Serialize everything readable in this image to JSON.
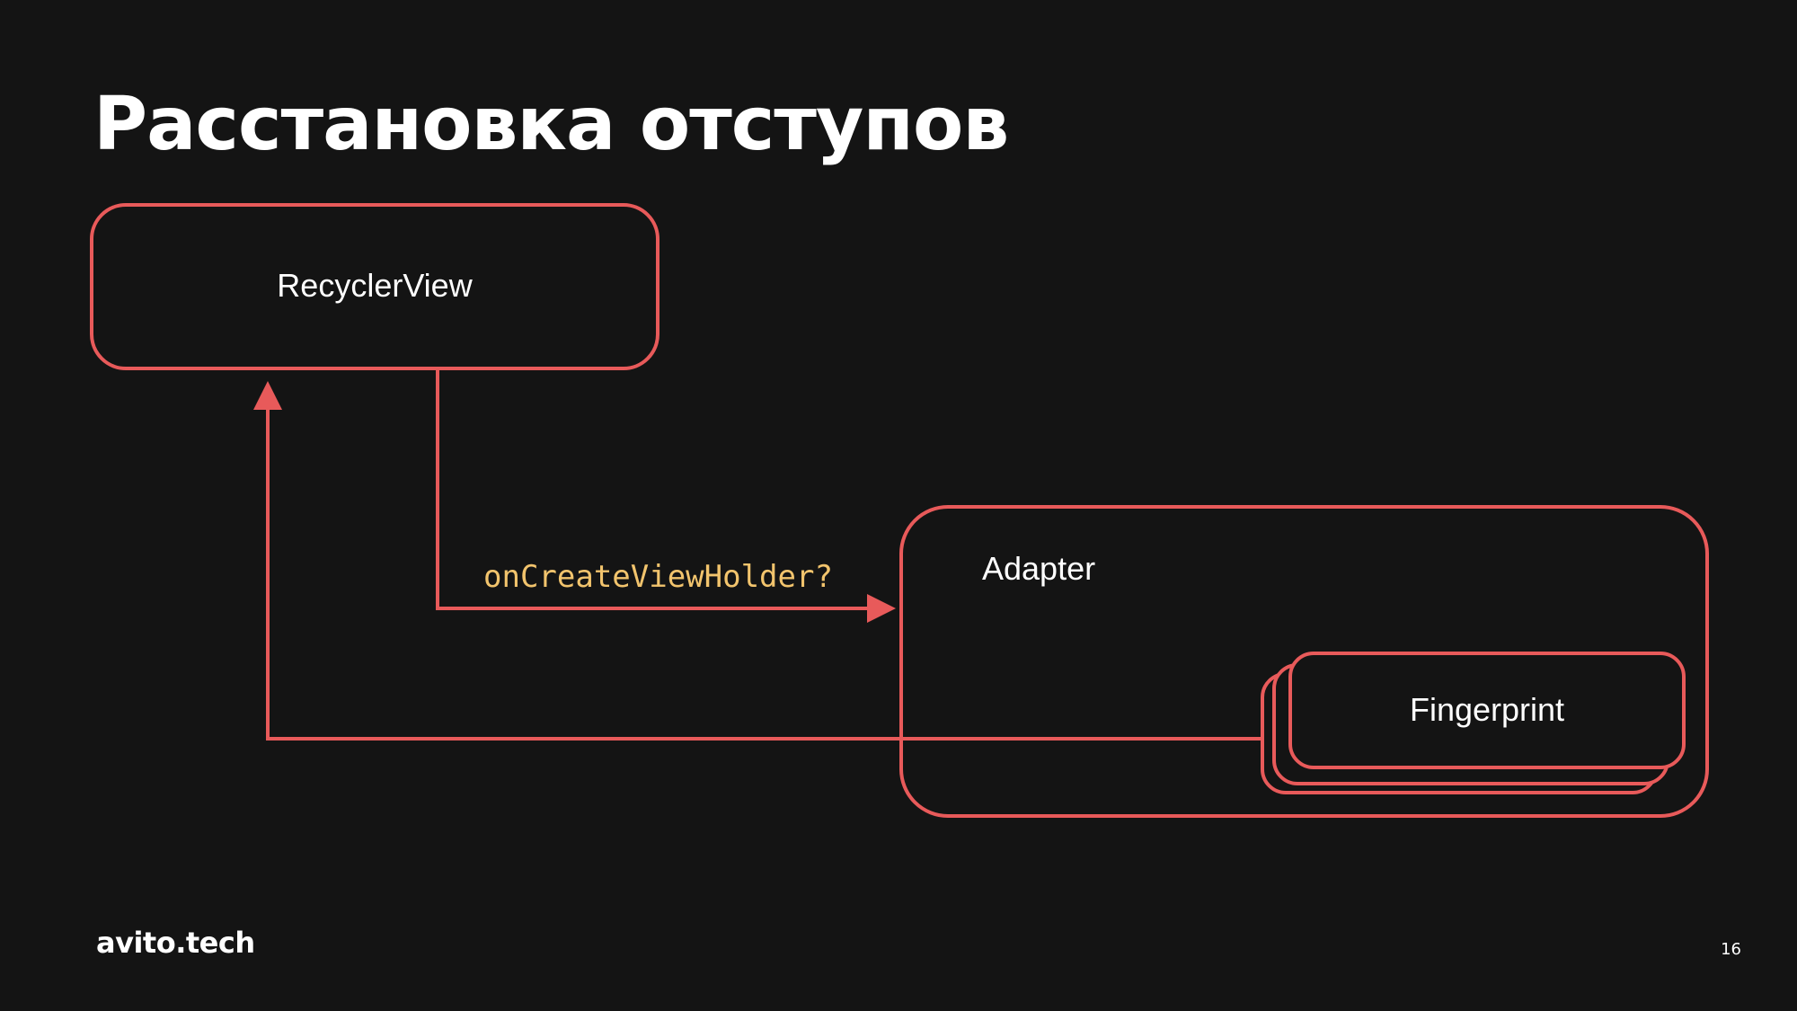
{
  "slide": {
    "title": "Расстановка отступов",
    "page_number": "16",
    "footer_logo": "avito.tech"
  },
  "diagram": {
    "nodes": {
      "recyclerview": "RecyclerView",
      "adapter": "Adapter",
      "fingerprint": "Fingerprint"
    },
    "edges": {
      "create_call": "onCreateViewHolder?"
    }
  },
  "colors": {
    "background": "#141414",
    "stroke": "#e85a5a",
    "code_label": "#f2c46d",
    "text": "#ffffff"
  }
}
